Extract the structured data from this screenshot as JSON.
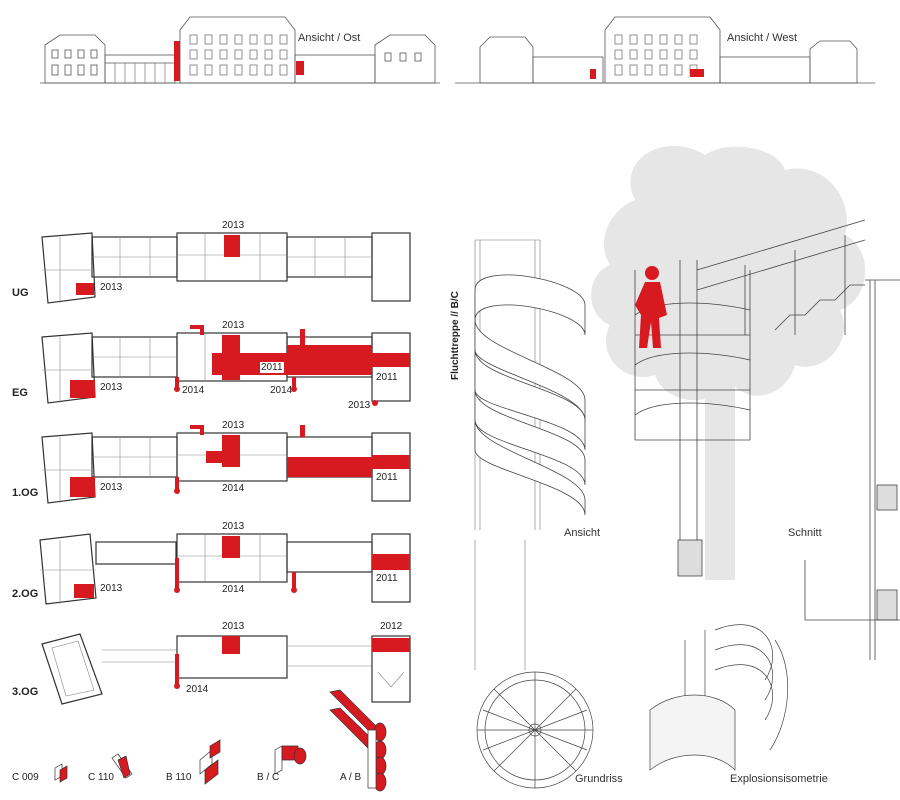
{
  "elevations": {
    "east_label": "Ansicht / Ost",
    "west_label": "Ansicht / West"
  },
  "floors": [
    {
      "label": "UG",
      "years": [
        "2013",
        "2013"
      ]
    },
    {
      "label": "EG",
      "years": [
        "2013",
        "2011",
        "2011",
        "2013",
        "2014",
        "2014",
        "2013"
      ]
    },
    {
      "label": "1.OG",
      "years": [
        "2013",
        "2011",
        "2013",
        "2014"
      ]
    },
    {
      "label": "2.OG",
      "years": [
        "2013",
        "2011",
        "2013",
        "2014"
      ]
    },
    {
      "label": "3.OG",
      "years": [
        "2013",
        "2012",
        "2014"
      ]
    }
  ],
  "legend": [
    "C 009",
    "C 110",
    "B 110",
    "B / C",
    "A / B"
  ],
  "stair": {
    "title": "Fluchttreppe // B/C",
    "ansicht": "Ansicht",
    "schnitt": "Schnitt",
    "grundriss": "Grundriss",
    "explosion": "Explosionsisometrie"
  },
  "colors": {
    "accent": "#d71920",
    "line": "#333333",
    "tree": "#e6e6e6"
  }
}
